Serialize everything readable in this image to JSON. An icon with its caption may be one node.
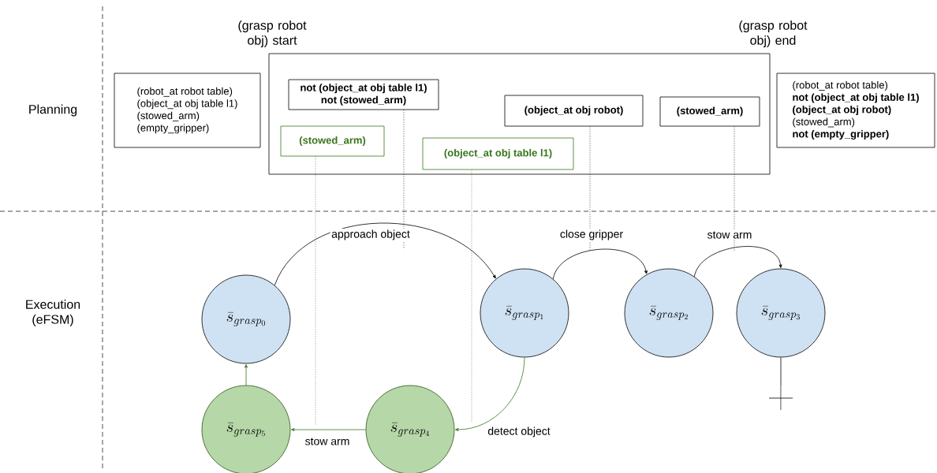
{
  "diagram": {
    "nodes": [
      {
        "text": [
          "(robot_at  robot table)",
          "(object_at obj table l1)",
          "(stowed_arm)",
          "(empty_gripper)"
        ]
      },
      {
        "text": [
          "(grasp robot obj) start",
          "(grasp robot obj) end"
        ]
      },
      {
        "text": [
          "not (object_at obj table l1)",
          "not (stowed_arm)"
        ],
        "in": 1
      },
      {
        "text": [
          "(stowed_arm)"
        ],
        "in": 1
      },
      {
        "text": [
          "(object_at obj table l1)"
        ],
        "in": 1
      },
      {
        "text": [
          "(object_at obj robot)"
        ],
        "in": 1
      },
      {
        "text": [
          "(stowed_arm)"
        ],
        "in": 1
      },
      {
        "text": [
          "(robot_at  robot table)",
          "**not (object_at obj table l1)**",
          "**(object_at obj robot)**",
          "(stowed_arm)",
          "**not (empty_gripper)**"
        ]
      },
      {
        "text": [
          "\\bar{s}_{grasp_0}"
        ]
      },
      {
        "text": [
          "\\bar{s}_{grasp_1}"
        ]
      },
      {
        "text": [
          "\\bar{s}_{grasp_2}"
        ]
      },
      {
        "text": [
          "\\bar{s}_{grasp_3}"
        ]
      },
      {
        "text": [
          "\\bar{s}_{grasp_4}"
        ]
      },
      {
        "text": [
          "\\bar{s}_{grasp_5}"
        ]
      },
      {
        "text": [],
        "shape": "bar"
      }
    ],
    "edges": [
      {
        "from": 8,
        "to": 9,
        "arrow": "to",
        "label": "approach object"
      },
      {
        "from": 9,
        "to": 10,
        "arrow": "to",
        "label": "close gripper"
      },
      {
        "from": 10,
        "to": 11,
        "arrow": "to",
        "label": "stow arm"
      },
      {
        "from": 9,
        "to": 12,
        "arrow": "to",
        "label": "detect object",
        "color": "#38761d"
      },
      {
        "from": 12,
        "to": 13,
        "arrow": "to",
        "label": "stow arm",
        "color": "#38761d"
      },
      {
        "from": 13,
        "to": 8,
        "arrow": "to",
        "color": "#38761d"
      },
      {
        "from": 11,
        "to": 14,
        "arrow": "none"
      },
      {
        "from": 3,
        "to": null,
        "arrow": "none",
        "style": "dashed",
        "color": "#38761d"
      },
      {
        "from": 2,
        "to": null,
        "arrow": "none",
        "style": "dashed"
      },
      {
        "from": 4,
        "to": null,
        "arrow": "none",
        "style": "dashed",
        "color": "#38761d"
      },
      {
        "from": 5,
        "to": null,
        "arrow": "none",
        "style": "dashed"
      },
      {
        "from": 6,
        "to": null,
        "arrow": "none",
        "style": "dashed"
      }
    ],
    "labels": [
      "Planning",
      "Execution (eFSM)"
    ]
  }
}
